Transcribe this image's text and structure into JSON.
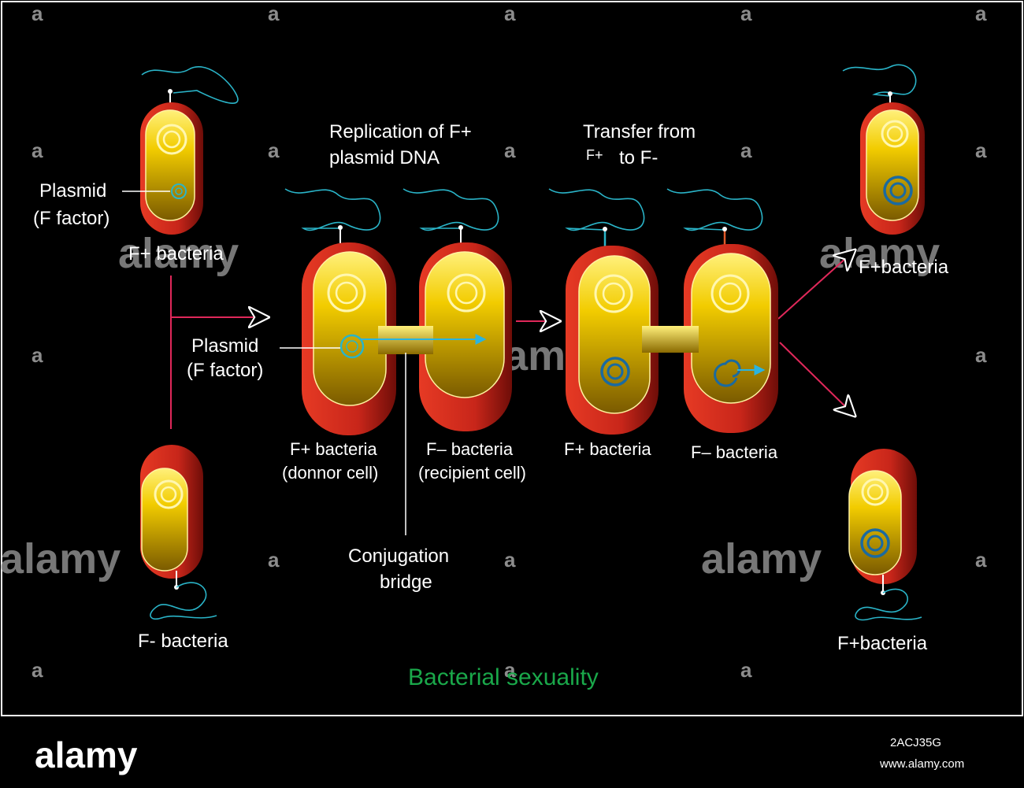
{
  "colors": {
    "background": "#000000",
    "frame": "#ffffff",
    "cell_outer": "#d42a1e",
    "cell_inner": "#f0c800",
    "connector": "#e0285a",
    "pilus": "#2ab4c8",
    "plasmid": "#1a6aa0",
    "title": "#1aa84a",
    "text": "#ffffff",
    "watermark": "#9a9a9a"
  },
  "labels": {
    "plasmid_top_1": "Plasmid",
    "plasmid_top_2": "(F factor)",
    "fplus_top": "F+ bacteria",
    "fminus_bottom": "F- bacteria",
    "replication_1": "Replication of F+",
    "replication_2": "plasmid DNA",
    "transfer_1": "Transfer from",
    "transfer_2a": "F+",
    "transfer_2b": "to F-",
    "plasmid_mid_1": "Plasmid",
    "plasmid_mid_2": "(F factor)",
    "donor_1": "F+ bacteria",
    "donor_2": "(donnor cell)",
    "recipient_1": "F– bacteria",
    "recipient_2": "(recipient cell)",
    "fplus_mid": "F+ bacteria",
    "fminus_mid": "F– bacteria",
    "conj_1": "Conjugation",
    "conj_2": "bridge",
    "fplus_right_top": "F+bacteria",
    "fplus_right_bottom": "F+bacteria",
    "title": "Bacterial sexuality"
  },
  "watermark": {
    "word": "alamy",
    "small": "a",
    "image_id": "2ACJ35G",
    "url": "www.alamy.com"
  }
}
